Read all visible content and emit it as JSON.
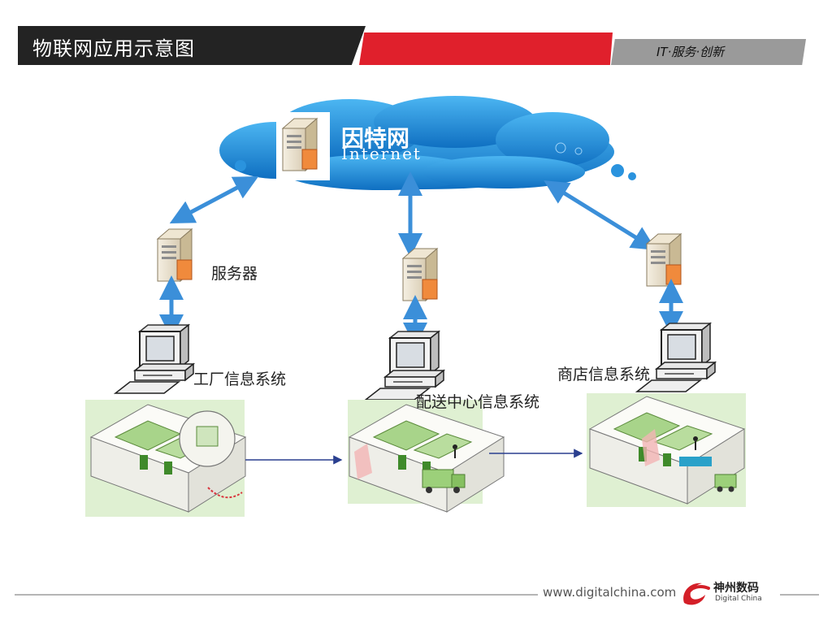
{
  "header": {
    "title": "物联网应用示意图",
    "slogan": "IT·服务·创新"
  },
  "diagram": {
    "cloud": {
      "title_cn": "因特网",
      "title_en": "Internet"
    },
    "labels": {
      "server": "服务器",
      "factory_system": "工厂信息系统",
      "distribution_system": "配送中心信息系统",
      "store_system": "商店信息系统"
    }
  },
  "footer": {
    "url": "www.digitalchina.com",
    "brand_cn": "神州数码",
    "brand_en": "Digital China"
  },
  "colors": {
    "header_dark": "#232323",
    "header_red": "#e0202c",
    "header_gray": "#9a9a9a",
    "cloud_blue": "#1f86d6",
    "arrow_blue": "#3b8fd9",
    "flow_arrow": "#2a3f8f"
  }
}
